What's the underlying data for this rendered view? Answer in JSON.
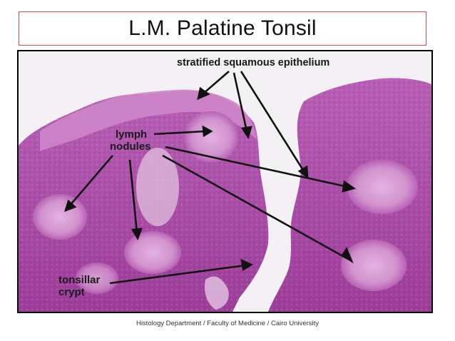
{
  "slide": {
    "title": "L.M. Palatine Tonsil",
    "footer": "Histology Department / Faculty of Medicine / Cairo University"
  },
  "figure": {
    "labels": {
      "epithelium": "stratified squamous epithelium",
      "lymph_line1": "lymph",
      "lymph_line2": "nodules",
      "crypt_line1": "tonsillar",
      "crypt_line2": "crypt"
    },
    "colors": {
      "tissue_dark": "#a2439f",
      "tissue_mid": "#c065bd",
      "nodule_pale": "#d79bd4",
      "background": "#f4f1f4",
      "arrow": "#111111"
    }
  }
}
